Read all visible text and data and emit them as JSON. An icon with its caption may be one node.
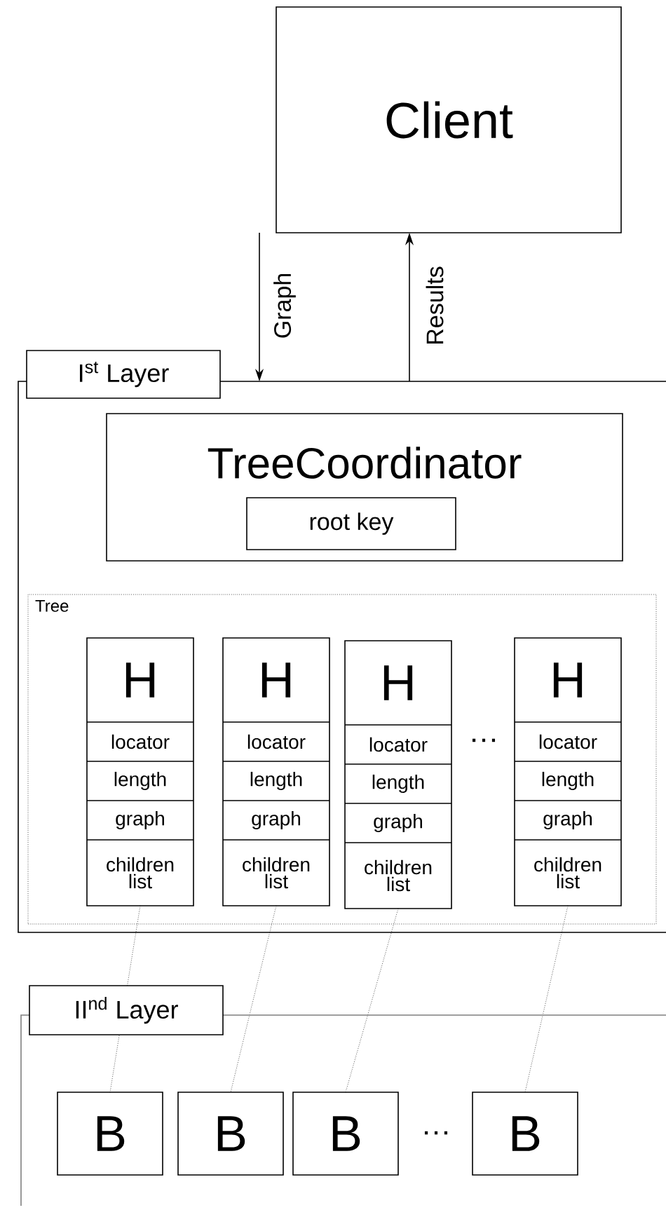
{
  "diagram": {
    "nodes": [
      {
        "text": [
          "Client"
        ]
      },
      {
        "text": [
          "I$^{st}$ Layer"
        ]
      },
      {
        "text": [
          "TreeCoordinator"
        ],
        "in": 1
      },
      {
        "text": [
          "root key"
        ],
        "in": 2
      },
      {
        "text": [
          "Tree"
        ],
        "in": 1
      },
      {
        "text": [
          "H",
          "locator",
          "length",
          "graph",
          "children list"
        ],
        "in": 4
      },
      {
        "text": [
          "H",
          "locator",
          "length",
          "graph",
          "children list"
        ],
        "in": 4
      },
      {
        "text": [
          "H",
          "locator",
          "length",
          "graph",
          "children list"
        ],
        "in": 4
      },
      {
        "text": [
          "H",
          "locator",
          "length",
          "graph",
          "children list"
        ],
        "in": 4
      },
      {
        "text": [
          "II$^{nd}$ Layer"
        ]
      },
      {
        "text": [
          "B"
        ],
        "in": 9
      },
      {
        "text": [
          "B"
        ],
        "in": 9
      },
      {
        "text": [
          "B"
        ],
        "in": 9
      },
      {
        "text": [
          "B"
        ],
        "in": 9
      }
    ],
    "edges": [
      {
        "from": 0,
        "to": 1,
        "arrow": "to",
        "label": "Graph"
      },
      {
        "from": 1,
        "to": 0,
        "arrow": "to",
        "label": "Results"
      },
      {
        "from": 5,
        "to": 10,
        "arrow": "none",
        "style": "dashed"
      },
      {
        "from": 6,
        "to": 11,
        "arrow": "none",
        "style": "dashed"
      },
      {
        "from": 7,
        "to": 12,
        "arrow": "none",
        "style": "dashed"
      },
      {
        "from": 8,
        "to": 13,
        "arrow": "none",
        "style": "dashed"
      }
    ],
    "labels": [
      "…",
      "…"
    ]
  }
}
